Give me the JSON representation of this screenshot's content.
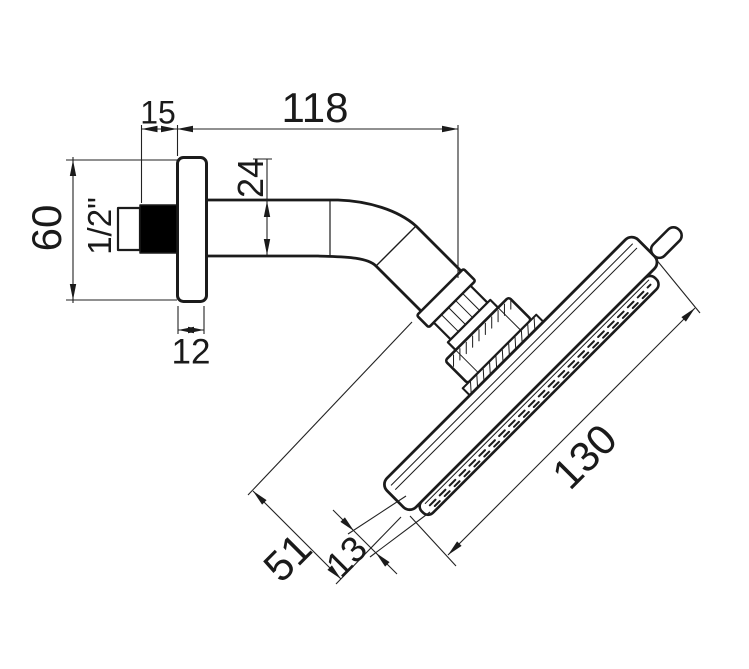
{
  "drawing": {
    "background": "#ffffff",
    "line_color": "#1b1b1b",
    "dimensions": {
      "nipple_protrusion": "15",
      "arm_length": "118",
      "arm_diameter": "24",
      "flange_size": "60",
      "thread_size": "1/2\"",
      "flange_depth": "12",
      "head_length": "130",
      "head_depth": "51",
      "faceplate_thickness": "13"
    }
  }
}
